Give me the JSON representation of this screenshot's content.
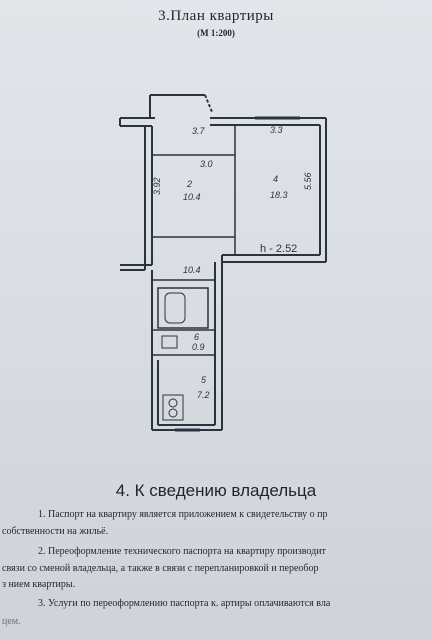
{
  "plan": {
    "title": "3.План квартиры",
    "scale": "(М 1:200)",
    "rooms": [
      {
        "area": "3.7"
      },
      {
        "area": "3.3"
      },
      {
        "area": "3.0"
      },
      {
        "dim": "3.92"
      },
      {
        "number": "2",
        "area": "10.4"
      },
      {
        "number": "4",
        "area": "18.3"
      },
      {
        "dim": "5.56"
      },
      {
        "height": "h - 2.52"
      },
      {
        "area": "10.4"
      },
      {
        "number": "6",
        "area": "0.9"
      },
      {
        "number": "5",
        "area": "7.2"
      }
    ]
  },
  "notice": {
    "heading": "4. К сведению владельца",
    "lines": [
      "1. Паспорт  на квартиру является приложением к свидетельству о пр",
      "собственности на жильё.",
      "2. Переоформление технического паспорта на квартиру  производит",
      "связи со сменой владельца, а также в связи с перепланировкой и переобор",
      "з нием квартиры.",
      "3. Услуги по переоформлению паспорта к. артиры оплачиваются  вла",
      "цем."
    ]
  }
}
